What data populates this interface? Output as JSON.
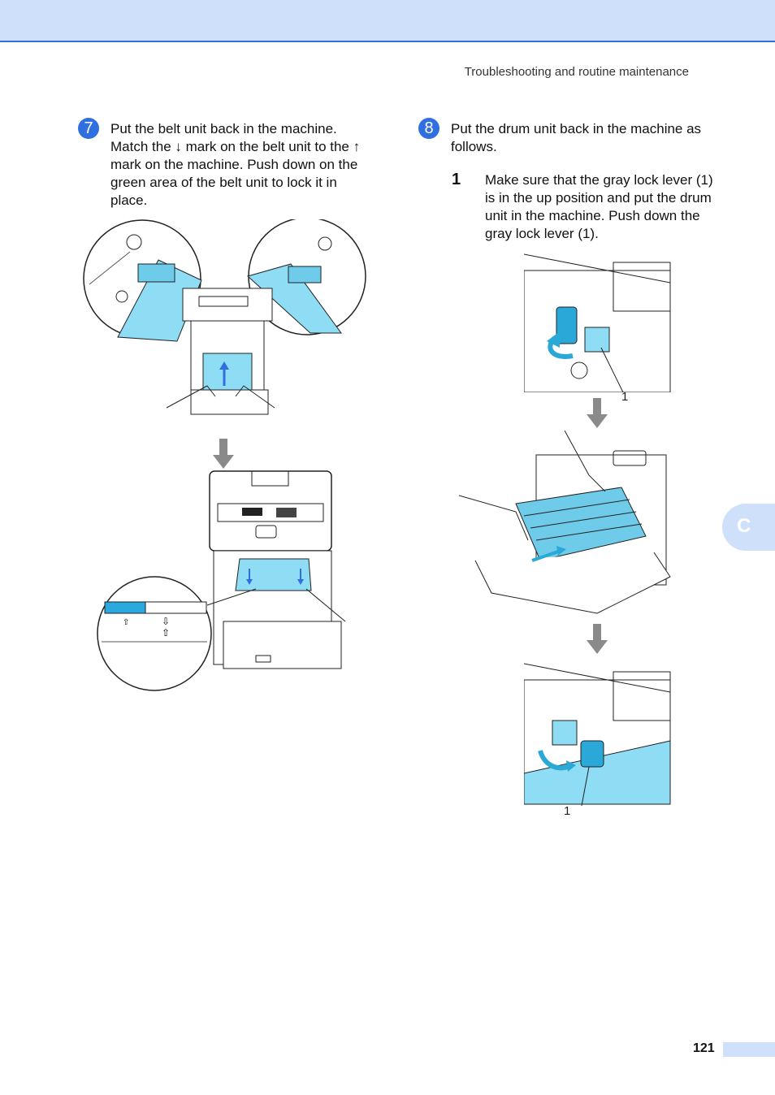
{
  "header": {
    "running_title": "Troubleshooting and routine maintenance"
  },
  "steps": [
    {
      "number": "7",
      "text": "Put the belt unit back in the machine. Match the ↓ mark on the belt unit to the ↑ mark on the machine. Push down on the green area of the belt unit to lock it in place."
    },
    {
      "number": "8",
      "text": "Put the drum unit back in the machine as follows.",
      "substeps": [
        {
          "number": "1",
          "text": "Make sure that the gray lock lever (1) is in the up position and put the drum unit in the machine. Push down the gray lock lever (1)."
        }
      ]
    }
  ],
  "figures": {
    "lever_up_callout": "1",
    "lever_down_callout": "1"
  },
  "side_tab": {
    "letter": "C"
  },
  "footer": {
    "page_number": "121"
  },
  "colors": {
    "accent_blue": "#2f6fe0",
    "band_blue": "#cfe0fb",
    "highlight_cyan": "#8fdcf5"
  }
}
